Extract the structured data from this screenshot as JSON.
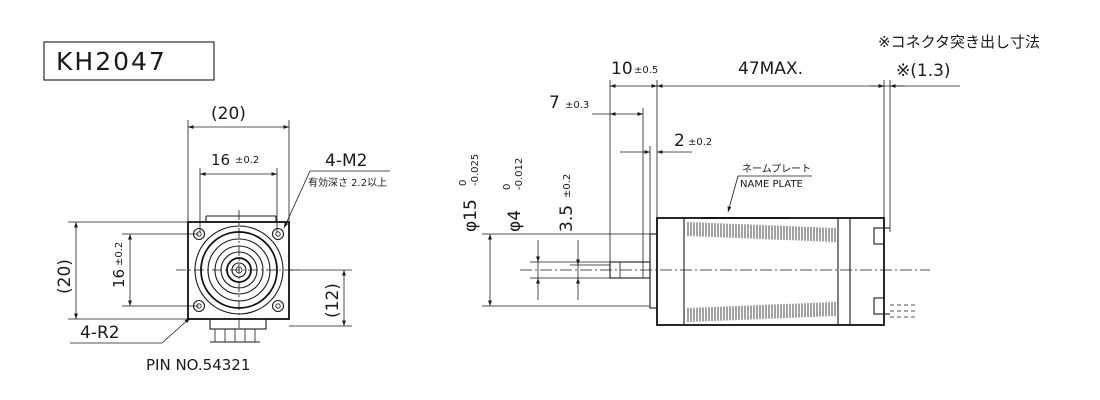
{
  "model": "KH2047",
  "front_view": {
    "width_ref": "(20)",
    "hole_pitch_x": "16",
    "hole_pitch_x_tol": "±0.2",
    "thread": "4-M2",
    "thread_depth": "有効深さ 2.2以上",
    "height_ref": "(20)",
    "hole_pitch_y": "16",
    "hole_pitch_y_tol": "±0.2",
    "center_height": "(12)",
    "corner_radius": "4-R2",
    "pin_label": "PIN NO.54321"
  },
  "side_view": {
    "connector_note": "※コネクタ突き出し寸法",
    "connector_dim": "※(1.3)",
    "shaft_length": "10",
    "shaft_length_tol": "±0.5",
    "body_length": "47MAX.",
    "flat_length": "7",
    "flat_length_tol": "±0.3",
    "boss_length": "2",
    "boss_length_tol": "±0.2",
    "plate_label_jp": "ネームプレート",
    "plate_label_en": "NAME PLATE",
    "boss_dia": "φ15",
    "boss_dia_tol_upper": "0",
    "boss_dia_tol_lower": "-0.025",
    "shaft_dia": "φ4",
    "shaft_dia_tol_upper": "0",
    "shaft_dia_tol_lower": "-0.012",
    "flat_dim": "3.5",
    "flat_dim_tol": "±0.2"
  }
}
